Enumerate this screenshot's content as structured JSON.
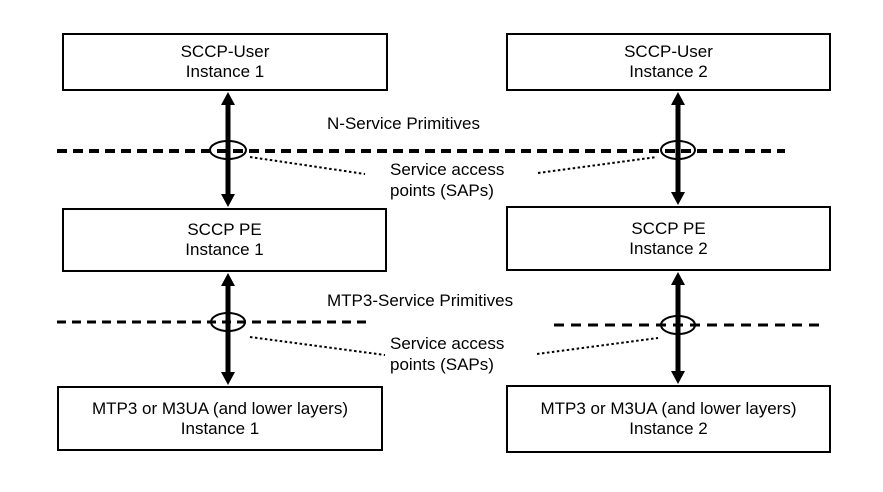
{
  "diagram": {
    "boxes": {
      "sccp_user_1": {
        "line1": "SCCP-User",
        "line2": "Instance 1"
      },
      "sccp_user_2": {
        "line1": "SCCP-User",
        "line2": "Instance 2"
      },
      "sccp_pe_1": {
        "line1": "SCCP PE",
        "line2": "Instance 1"
      },
      "sccp_pe_2": {
        "line1": "SCCP PE",
        "line2": "Instance 2"
      },
      "mtp3_1": {
        "line1": "MTP3 or M3UA (and lower layers)",
        "line2": "Instance 1"
      },
      "mtp3_2": {
        "line1": "MTP3 or M3UA (and lower layers)",
        "line2": "Instance 2"
      }
    },
    "labels": {
      "n_service_primitives": "N-Service Primitives",
      "mtp3_service_primitives": "MTP3-Service Primitives",
      "sap_top": {
        "line1": "Service access",
        "line2": "points (SAPs)"
      },
      "sap_bottom": {
        "line1": "Service access",
        "line2": "points (SAPs)"
      }
    },
    "colors": {
      "line": "#000000",
      "text": "#000000",
      "box_fill": "#ffffff",
      "background": "#ffffff"
    }
  }
}
